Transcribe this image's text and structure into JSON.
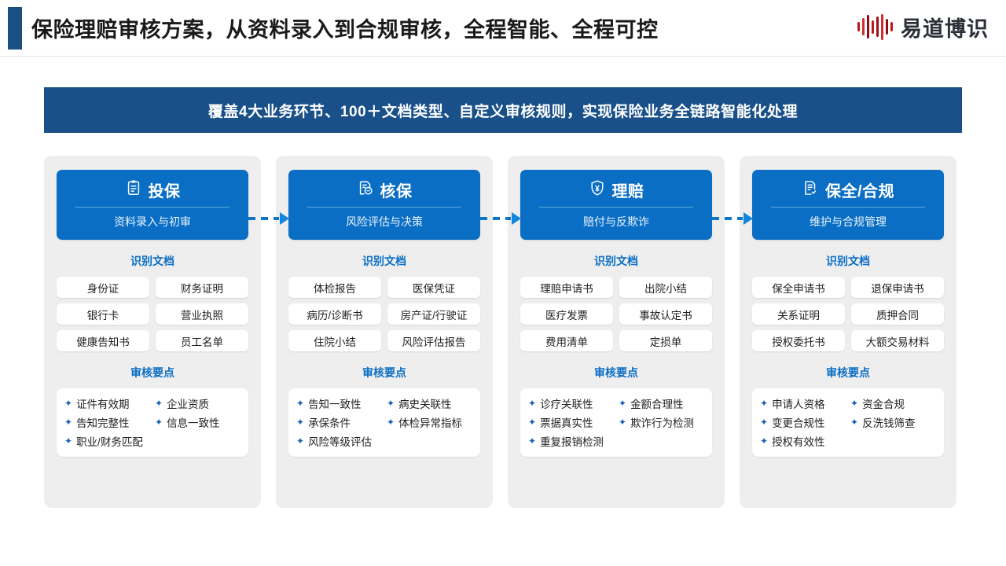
{
  "header": {
    "title": "保险理赔审核方案，从资料录入到合规审核，全程智能、全程可控",
    "accent_color": "#1a4f82",
    "brand": {
      "name": "易道博识",
      "mark_icon": "waveform-bars-icon",
      "mark_color": "#c4161c"
    }
  },
  "banner": {
    "text": "覆盖4大业务环节、100＋文档类型、自定义审核规则，实现保险业务全链路智能化处理",
    "background": "#1a5089"
  },
  "flow": {
    "connector_icon": "dashed-arrow-right-icon",
    "connector_color": "#0d76c8",
    "stage_color": "#0a6ec4",
    "doc_section_label": "识别文档",
    "points_section_label": "审核要点",
    "bullet_icon": "four-point-star-icon",
    "stages": [
      {
        "title": "投保",
        "icon": "clipboard-icon",
        "subtitle": "资料录入与初审",
        "documents": [
          "身份证",
          "财务证明",
          "银行卡",
          "营业执照",
          "健康告知书",
          "员工名单"
        ],
        "points": [
          "证件有效期",
          "企业资质",
          "告知完整性",
          "信息一致性",
          "职业/财务匹配"
        ]
      },
      {
        "title": "核保",
        "icon": "document-stamp-icon",
        "subtitle": "风险评估与决策",
        "documents": [
          "体检报告",
          "医保凭证",
          "病历/诊断书",
          "房产证/行驶证",
          "住院小结",
          "风险评估报告"
        ],
        "points": [
          "告知一致性",
          "病史关联性",
          "承保条件",
          "体检异常指标",
          "风险等级评估"
        ]
      },
      {
        "title": "理赔",
        "icon": "shield-yuan-icon",
        "subtitle": "赔付与反欺诈",
        "documents": [
          "理赔申请书",
          "出院小结",
          "医疗发票",
          "事故认定书",
          "费用清单",
          "定损单"
        ],
        "points": [
          "诊疗关联性",
          "金额合理性",
          "票据真实性",
          "欺诈行为检测",
          "重复报销检测"
        ]
      },
      {
        "title": "保全/合规",
        "icon": "document-check-icon",
        "subtitle": "维护与合规管理",
        "documents": [
          "保全申请书",
          "退保申请书",
          "关系证明",
          "质押合同",
          "授权委托书",
          "大额交易材料"
        ],
        "points": [
          "申请人资格",
          "资金合规",
          "变更合规性",
          "反洗钱筛查",
          "授权有效性"
        ]
      }
    ]
  }
}
